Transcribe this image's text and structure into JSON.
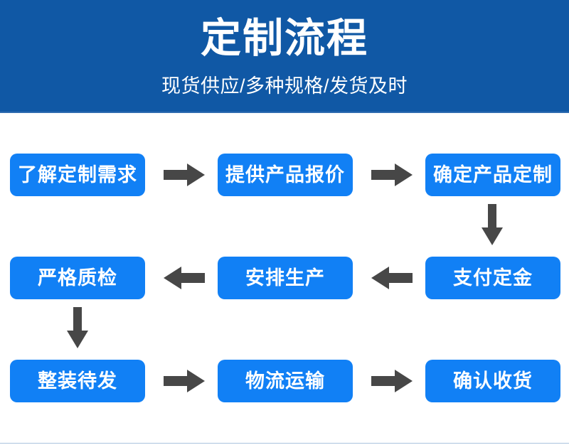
{
  "header": {
    "title": "定制流程",
    "subtitle": "现货供应/多种规格/发货及时",
    "background_color": "#1058A5",
    "text_color": "#FFFFFF"
  },
  "flowchart": {
    "node_color": "#1180F5",
    "node_text_color": "#FFFFFF",
    "arrow_color": "#474747",
    "rows": [
      {
        "direction": "right",
        "nodes": [
          {
            "label": "了解定制需求"
          },
          {
            "label": "提供产品报价"
          },
          {
            "label": "确定产品定制"
          }
        ],
        "connectors": [
          {
            "icon": "arrow-right-icon"
          },
          {
            "icon": "arrow-right-icon"
          }
        ]
      },
      {
        "direction": "left",
        "nodes": [
          {
            "label": "严格质检"
          },
          {
            "label": "安排生产"
          },
          {
            "label": "支付定金"
          }
        ],
        "connectors": [
          {
            "icon": "arrow-left-icon"
          },
          {
            "icon": "arrow-left-icon"
          }
        ]
      },
      {
        "direction": "right",
        "nodes": [
          {
            "label": "整装待发"
          },
          {
            "label": "物流运输"
          },
          {
            "label": "确认收货"
          }
        ],
        "connectors": [
          {
            "icon": "arrow-right-icon"
          },
          {
            "icon": "arrow-right-icon"
          }
        ]
      }
    ],
    "vertical_connectors": [
      {
        "icon": "arrow-down-icon",
        "from": "确定产品定制",
        "to": "支付定金"
      },
      {
        "icon": "arrow-down-icon",
        "from": "严格质检",
        "to": "整装待发"
      }
    ]
  }
}
